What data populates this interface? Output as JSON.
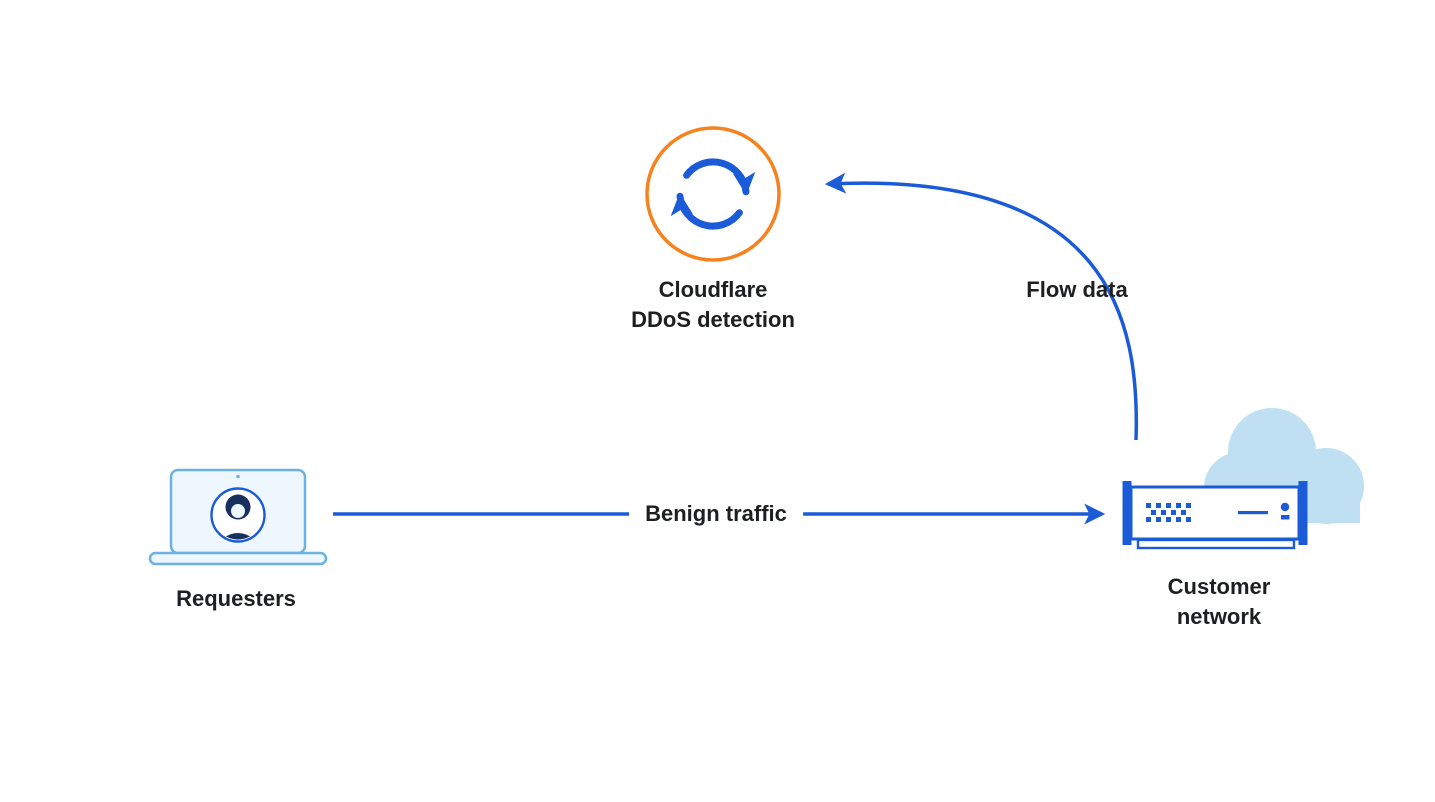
{
  "diagram": {
    "nodes": {
      "cloudflare": {
        "label_line1": "Cloudflare",
        "label_line2": "DDoS detection",
        "icon": "sync-refresh-icon"
      },
      "requesters": {
        "label": "Requesters",
        "icon": "laptop-user-icon"
      },
      "customer": {
        "label_line1": "Customer",
        "label_line2": "network",
        "icon": "router-cloud-icon"
      }
    },
    "edges": {
      "benign": {
        "label": "Benign traffic",
        "from": "requesters",
        "to": "customer"
      },
      "flow": {
        "label": "Flow data",
        "from": "customer",
        "to": "cloudflare"
      }
    },
    "colors": {
      "blue": "#1B5BD8",
      "orange": "#F6821F",
      "cloud": "#BFE0F2",
      "laptop_stroke": "#6CB1E3",
      "laptop_fill": "#EDF7FD",
      "navy": "#17305E",
      "text": "#1D1F20",
      "background": "#FFFFFF"
    }
  }
}
